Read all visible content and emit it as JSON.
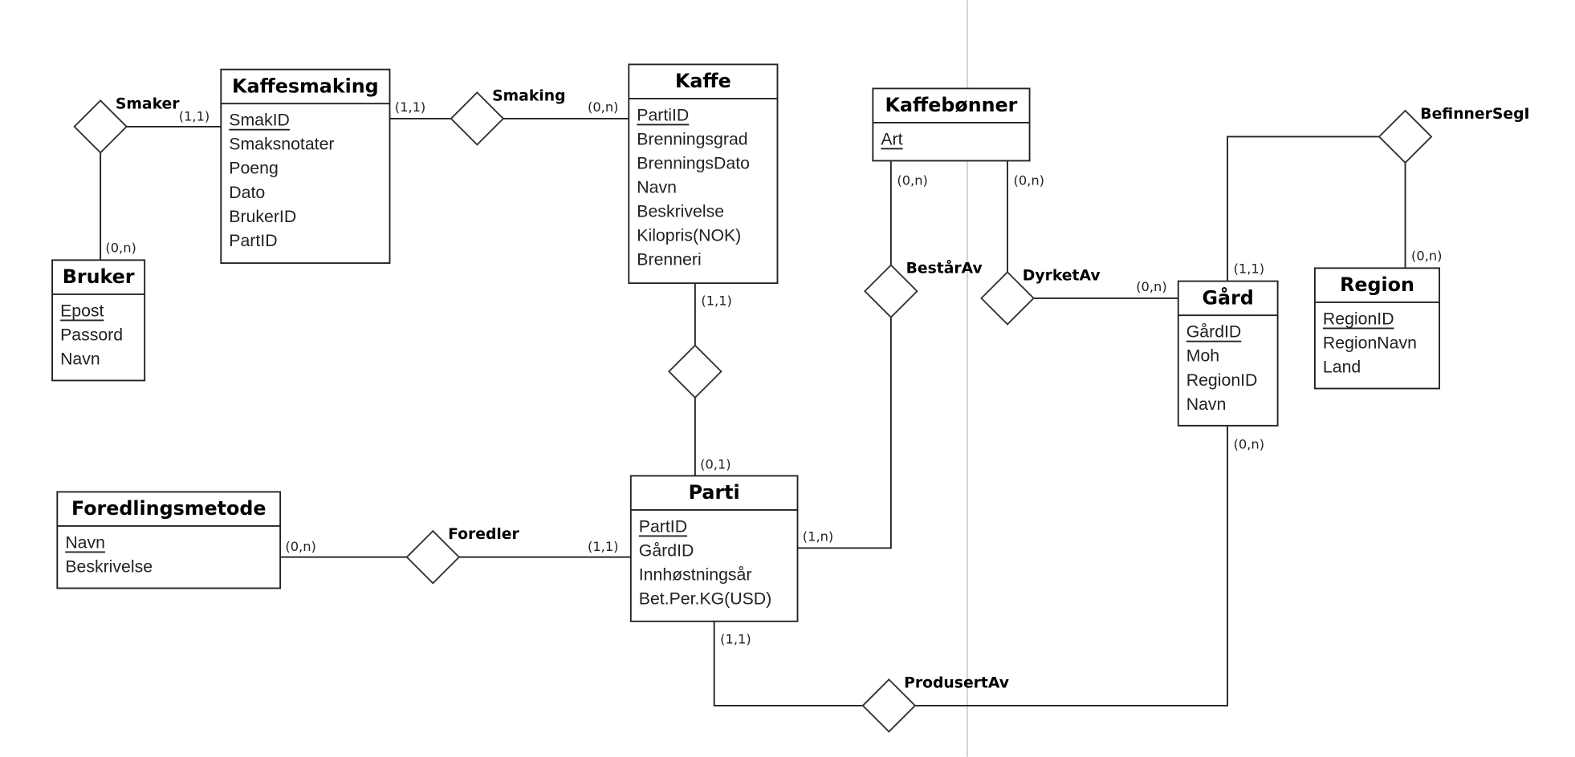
{
  "diagram": {
    "entities": [
      {
        "id": "kaffesmaking",
        "name": "Kaffesmaking",
        "key": "SmakID",
        "attributes": [
          "SmakID",
          "Smaksnotater",
          "Poeng",
          "Dato",
          "BrukerID",
          "PartID"
        ]
      },
      {
        "id": "bruker",
        "name": "Bruker",
        "key": "Epost",
        "attributes": [
          "Epost",
          "Passord",
          "Navn"
        ]
      },
      {
        "id": "kaffe",
        "name": "Kaffe",
        "key": "PartiID",
        "attributes": [
          "PartiID",
          "Brenningsgrad",
          "BrenningsDato",
          "Navn",
          "Beskrivelse",
          "Kilopris(NOK)",
          "Brenneri"
        ]
      },
      {
        "id": "kaffebonner",
        "name": "Kaffebønner",
        "key": "Art",
        "attributes": [
          "Art"
        ]
      },
      {
        "id": "gard",
        "name": "Gård",
        "key": "GårdID",
        "attributes": [
          "GårdID",
          "Moh",
          "RegionID",
          "Navn"
        ]
      },
      {
        "id": "region",
        "name": "Region",
        "key": "RegionID",
        "attributes": [
          "RegionID",
          "RegionNavn",
          "Land"
        ]
      },
      {
        "id": "foredlingsmetode",
        "name": "Foredlingsmetode",
        "key": "Navn",
        "attributes": [
          "Navn",
          "Beskrivelse"
        ]
      },
      {
        "id": "parti",
        "name": "Parti",
        "key": "PartID",
        "attributes": [
          "PartID",
          "GårdID",
          "Innhøstningsår",
          "Bet.Per.KG(USD)"
        ]
      }
    ],
    "relationships": [
      {
        "id": "smaker",
        "name": "Smaker"
      },
      {
        "id": "smaking",
        "name": "Smaking"
      },
      {
        "id": "kaffe-parti",
        "name": ""
      },
      {
        "id": "bestarav",
        "name": "BestårAv"
      },
      {
        "id": "dyrketav",
        "name": "DyrketAv"
      },
      {
        "id": "befinnersegi",
        "name": "BefinnerSegI"
      },
      {
        "id": "foredler",
        "name": "Foredler"
      },
      {
        "id": "produsertav",
        "name": "ProdusertAv"
      }
    ],
    "cardinalities": [
      {
        "rel": "smaker",
        "entity": "kaffesmaking",
        "label": "(1,1)"
      },
      {
        "rel": "smaker",
        "entity": "bruker",
        "label": "(0,n)"
      },
      {
        "rel": "smaking",
        "entity": "kaffesmaking",
        "label": "(1,1)"
      },
      {
        "rel": "smaking",
        "entity": "kaffe",
        "label": "(0,n)"
      },
      {
        "rel": "kaffe-parti",
        "entity": "kaffe",
        "label": "(1,1)"
      },
      {
        "rel": "kaffe-parti",
        "entity": "parti",
        "label": "(0,1)"
      },
      {
        "rel": "bestarav",
        "entity": "kaffebonner",
        "label": "(0,n)"
      },
      {
        "rel": "bestarav",
        "entity": "parti",
        "label": "(1,n)"
      },
      {
        "rel": "dyrketav",
        "entity": "kaffebonner",
        "label": "(0,n)"
      },
      {
        "rel": "dyrketav",
        "entity": "gard",
        "label": "(0,n)"
      },
      {
        "rel": "befinnersegi",
        "entity": "gard",
        "label": "(1,1)"
      },
      {
        "rel": "befinnersegi",
        "entity": "region",
        "label": "(0,n)"
      },
      {
        "rel": "foredler",
        "entity": "foredlingsmetode",
        "label": "(0,n)"
      },
      {
        "rel": "foredler",
        "entity": "parti",
        "label": "(1,1)"
      },
      {
        "rel": "produsertav",
        "entity": "parti",
        "label": "(1,1)"
      },
      {
        "rel": "produsertav",
        "entity": "gard",
        "label": "(0,n)"
      }
    ]
  }
}
